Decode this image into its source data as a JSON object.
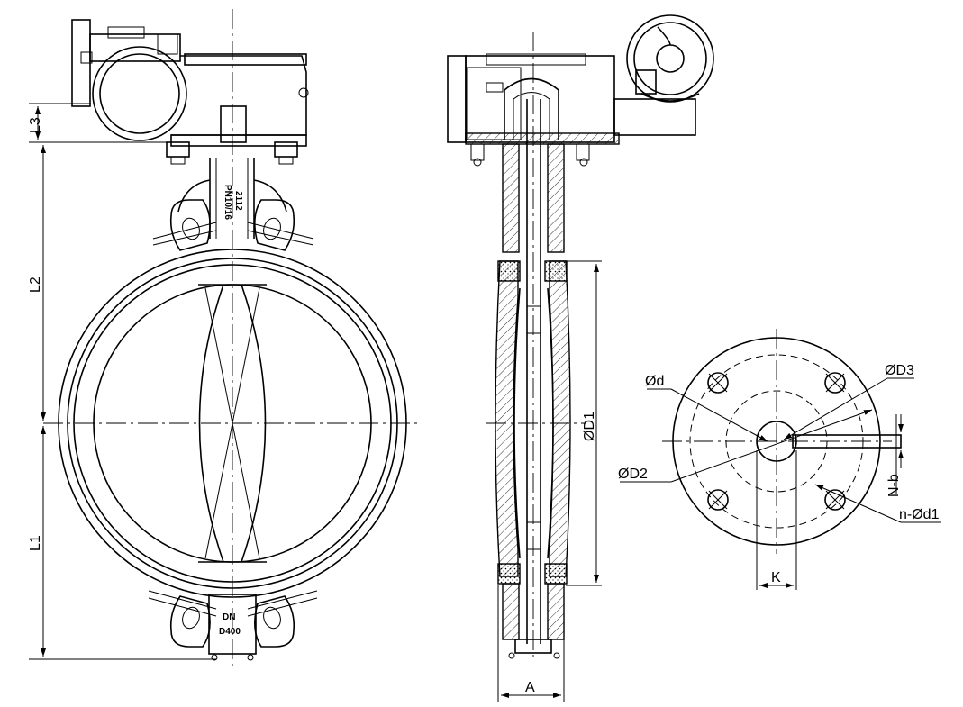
{
  "labels": {
    "l3": "L3",
    "l2": "L2",
    "l1": "L1",
    "a": "A",
    "d1": "ØD1",
    "d": "Ød",
    "d2": "ØD2",
    "d3": "ØD3",
    "k": "K",
    "n_b": "N-b",
    "n_d1": "n-Ød1"
  },
  "markings": {
    "neck_line1": "2112",
    "neck_line2": "PN10/16",
    "body_line1": "DN",
    "body_line2": "D400"
  }
}
